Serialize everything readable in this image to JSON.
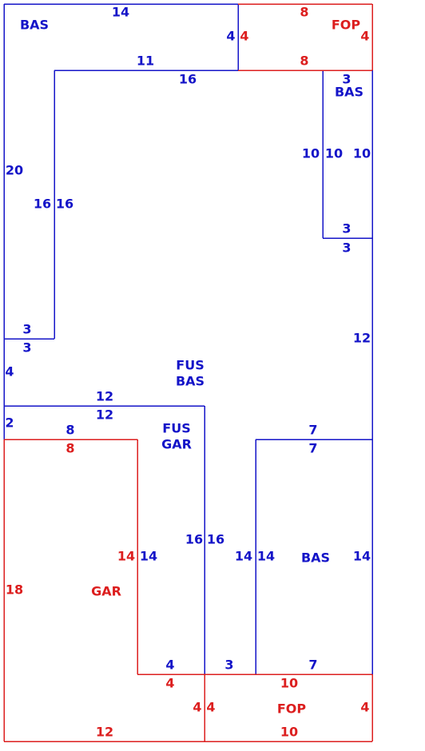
{
  "colors": {
    "blue": "#1414c8",
    "red": "#dc1e1e"
  },
  "area_labels": [
    {
      "id": "bas-top-left",
      "lines": [
        "BAS"
      ],
      "color": "blue"
    },
    {
      "id": "fop-top",
      "lines": [
        "FOP"
      ],
      "color": "red"
    },
    {
      "id": "bas-top-right",
      "lines": [
        "BAS"
      ],
      "color": "blue"
    },
    {
      "id": "fus-bas-center",
      "lines": [
        "FUS",
        "BAS"
      ],
      "color": "blue"
    },
    {
      "id": "fus-gar",
      "lines": [
        "FUS",
        "GAR"
      ],
      "color": "blue"
    },
    {
      "id": "gar",
      "lines": [
        "GAR"
      ],
      "color": "red"
    },
    {
      "id": "bas-bottom-right",
      "lines": [
        "BAS"
      ],
      "color": "blue"
    },
    {
      "id": "fop-bottom",
      "lines": [
        "FOP"
      ],
      "color": "red"
    }
  ],
  "dimension_labels": [
    {
      "id": "d1",
      "text": "14",
      "color": "blue"
    },
    {
      "id": "d2",
      "text": "8",
      "color": "red"
    },
    {
      "id": "d3",
      "text": "4",
      "color": "blue"
    },
    {
      "id": "d4",
      "text": "4",
      "color": "red"
    },
    {
      "id": "d5",
      "text": "4",
      "color": "red"
    },
    {
      "id": "d6",
      "text": "11",
      "color": "blue"
    },
    {
      "id": "d7",
      "text": "8",
      "color": "red"
    },
    {
      "id": "d8",
      "text": "16",
      "color": "blue"
    },
    {
      "id": "d9",
      "text": "3",
      "color": "blue"
    },
    {
      "id": "d10",
      "text": "20",
      "color": "blue"
    },
    {
      "id": "d11",
      "text": "10",
      "color": "blue"
    },
    {
      "id": "d12",
      "text": "10",
      "color": "blue"
    },
    {
      "id": "d13",
      "text": "10",
      "color": "blue"
    },
    {
      "id": "d14",
      "text": "16",
      "color": "blue"
    },
    {
      "id": "d15",
      "text": "16",
      "color": "blue"
    },
    {
      "id": "d16",
      "text": "3",
      "color": "blue"
    },
    {
      "id": "d17",
      "text": "3",
      "color": "blue"
    },
    {
      "id": "d18",
      "text": "3",
      "color": "blue"
    },
    {
      "id": "d19",
      "text": "3",
      "color": "blue"
    },
    {
      "id": "d20",
      "text": "12",
      "color": "blue"
    },
    {
      "id": "d21",
      "text": "4",
      "color": "blue"
    },
    {
      "id": "d22",
      "text": "12",
      "color": "blue"
    },
    {
      "id": "d23",
      "text": "12",
      "color": "blue"
    },
    {
      "id": "d24",
      "text": "2",
      "color": "blue"
    },
    {
      "id": "d25",
      "text": "8",
      "color": "blue"
    },
    {
      "id": "d26",
      "text": "8",
      "color": "red"
    },
    {
      "id": "d27",
      "text": "7",
      "color": "blue"
    },
    {
      "id": "d28",
      "text": "7",
      "color": "blue"
    },
    {
      "id": "d29",
      "text": "16",
      "color": "blue"
    },
    {
      "id": "d30",
      "text": "16",
      "color": "blue"
    },
    {
      "id": "d31",
      "text": "14",
      "color": "red"
    },
    {
      "id": "d32",
      "text": "14",
      "color": "blue"
    },
    {
      "id": "d33",
      "text": "14",
      "color": "blue"
    },
    {
      "id": "d34",
      "text": "14",
      "color": "blue"
    },
    {
      "id": "d35",
      "text": "14",
      "color": "blue"
    },
    {
      "id": "d36",
      "text": "18",
      "color": "red"
    },
    {
      "id": "d37",
      "text": "4",
      "color": "blue"
    },
    {
      "id": "d38",
      "text": "3",
      "color": "blue"
    },
    {
      "id": "d39",
      "text": "7",
      "color": "blue"
    },
    {
      "id": "d40",
      "text": "4",
      "color": "red"
    },
    {
      "id": "d41",
      "text": "10",
      "color": "red"
    },
    {
      "id": "d42",
      "text": "4",
      "color": "red"
    },
    {
      "id": "d43",
      "text": "4",
      "color": "red"
    },
    {
      "id": "d44",
      "text": "4",
      "color": "red"
    },
    {
      "id": "d45",
      "text": "12",
      "color": "red"
    },
    {
      "id": "d46",
      "text": "10",
      "color": "red"
    }
  ]
}
